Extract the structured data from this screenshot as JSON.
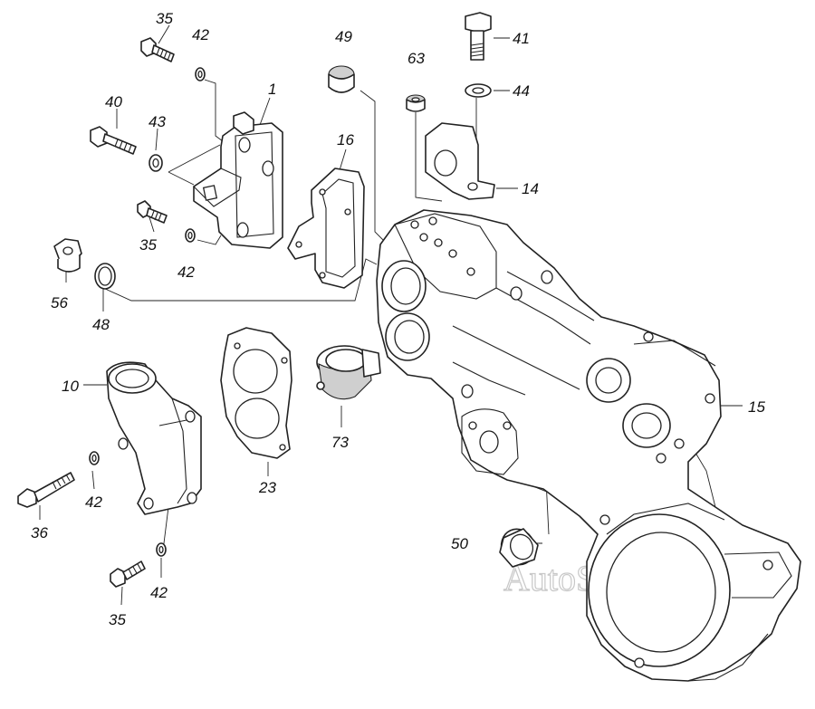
{
  "watermark": "AutoSoft",
  "callouts": {
    "c35a": "35",
    "c42a": "42",
    "c1": "1",
    "c40": "40",
    "c43": "43",
    "c35b": "35",
    "c42b": "42",
    "c49": "49",
    "c16": "16",
    "c63": "63",
    "c41": "41",
    "c44": "44",
    "c14": "14",
    "c56": "56",
    "c48": "48",
    "c10": "10",
    "c23": "23",
    "c73": "73",
    "c15": "15",
    "c42c": "42",
    "c36": "36",
    "c50": "50",
    "c42d": "42",
    "c35c": "35"
  }
}
